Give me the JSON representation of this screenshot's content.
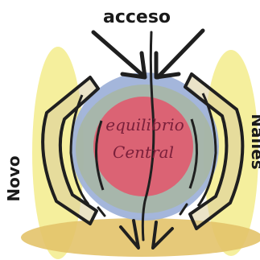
{
  "labels": {
    "top": "acceso",
    "core_line1": "equilibrio",
    "core_line2": "Central",
    "right": "Nalles",
    "left": "Novo"
  },
  "colors": {
    "yellow": "#f3ec8c",
    "tan": "#e3c36a",
    "blue": "#9fb2d9",
    "red": "#e15a6e",
    "green": "#a9b783",
    "ink": "#1f1f1f"
  }
}
